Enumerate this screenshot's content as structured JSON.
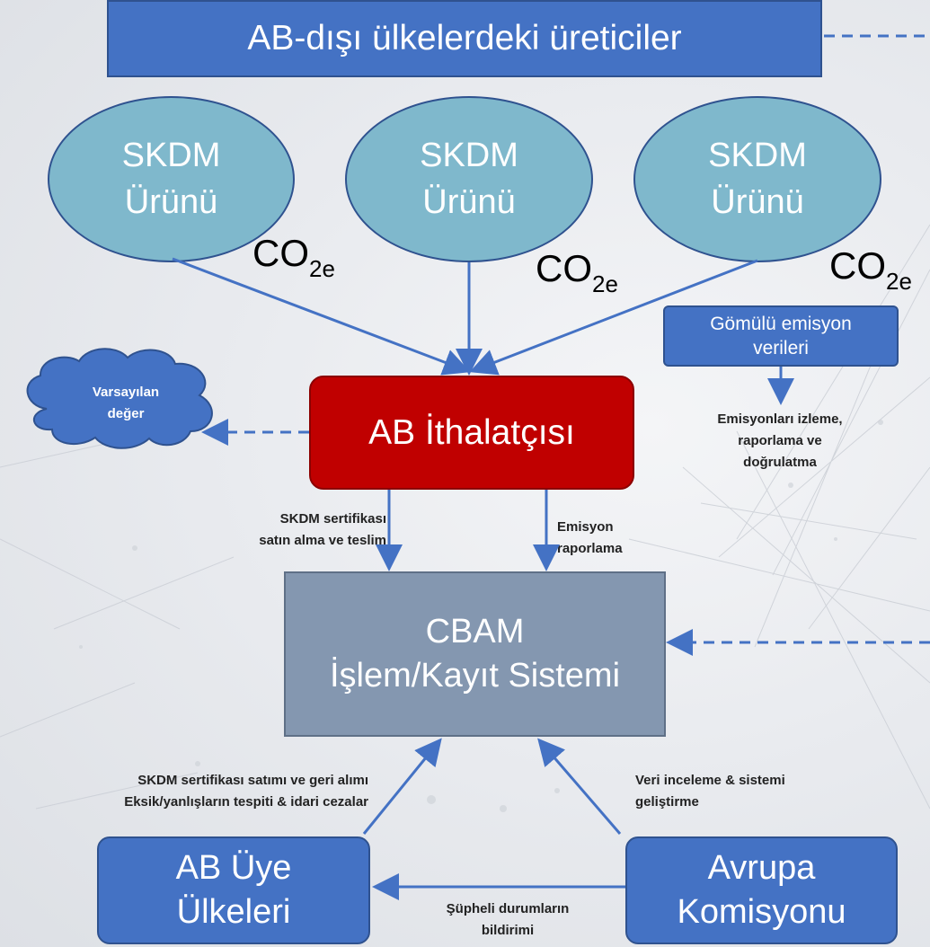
{
  "top_banner": {
    "label": "AB-dışı ülkelerdeki üreticiler"
  },
  "products": [
    {
      "line1": "SKDM",
      "line2": "Ürünü"
    },
    {
      "line1": "SKDM",
      "line2": "Ürünü"
    },
    {
      "line1": "SKDM",
      "line2": "Ürünü"
    }
  ],
  "co2": {
    "base": "CO",
    "sub": "2e"
  },
  "embedded_emissions": {
    "line1": "Gömülü emisyon",
    "line2": "verileri"
  },
  "monitoring_label": {
    "line1": "Emisyonları izleme,",
    "line2": "raporlama ve",
    "line3": "doğrulatma"
  },
  "default_value": {
    "line1": "Varsayılan",
    "line2": "değer"
  },
  "importer": {
    "label": "AB İthalatçısı"
  },
  "cert_purchase_label": {
    "line1": "SKDM sertifikası",
    "line2": "satın alma ve teslim"
  },
  "emission_report_label": {
    "line1": "Emisyon",
    "line2": "raporlama"
  },
  "cbam": {
    "line1": "CBAM",
    "line2": "İşlem/Kayıt Sistemi"
  },
  "member_states_label": {
    "line1": "SKDM sertifikası satımı ve geri alımı",
    "line2": "Eksik/yanlışların tespiti & idari cezalar"
  },
  "commission_label": {
    "line1": "Veri inceleme & sistemi",
    "line2": "geliştirme"
  },
  "member_states": {
    "line1": "AB Üye",
    "line2": "Ülkeleri"
  },
  "commission": {
    "line1": "Avrupa",
    "line2": "Komisyonu"
  },
  "suspicious_label": {
    "line1": "Şüpheli durumların",
    "line2": "bildirimi"
  },
  "colors": {
    "blue": "#4472c4",
    "teal": "#7fb8cc",
    "red": "#c00000",
    "slate": "#8497b0",
    "arrow": "#4472c4"
  }
}
